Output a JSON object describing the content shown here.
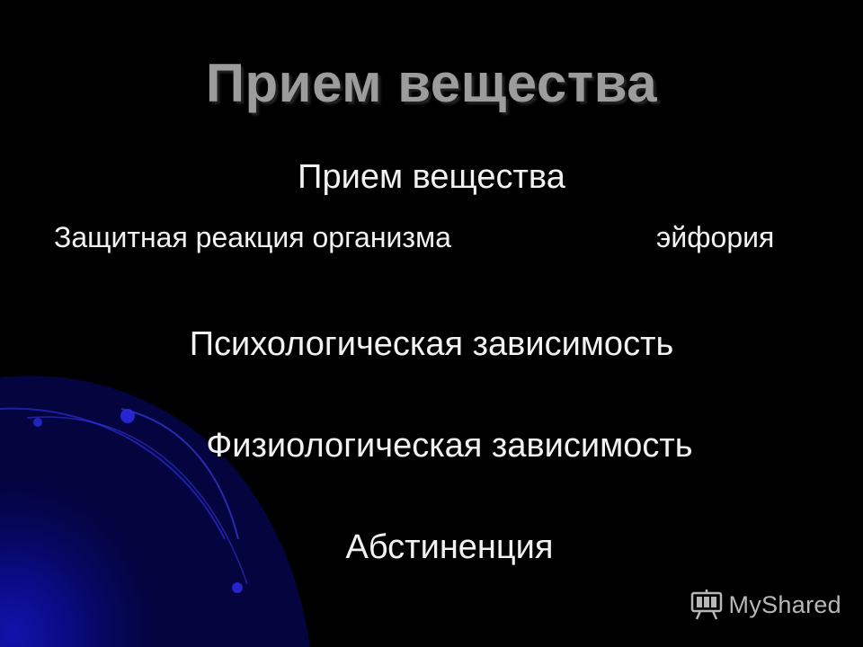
{
  "slide": {
    "title": "Прием вещества",
    "line1": "Прием вещества",
    "line2_left": "Защитная реакция организма",
    "line2_right": "эйфория",
    "line3": "Психологическая зависимость",
    "line4": "Физиологическая зависимость",
    "line5": "Абстиненция"
  },
  "watermark": {
    "text": "MyShared",
    "icon": "presentation-icon"
  },
  "colors": {
    "background": "#000000",
    "title": "#9c9c9c",
    "body_text": "#f2f2f2",
    "accent_blue": "#0a10a0"
  }
}
